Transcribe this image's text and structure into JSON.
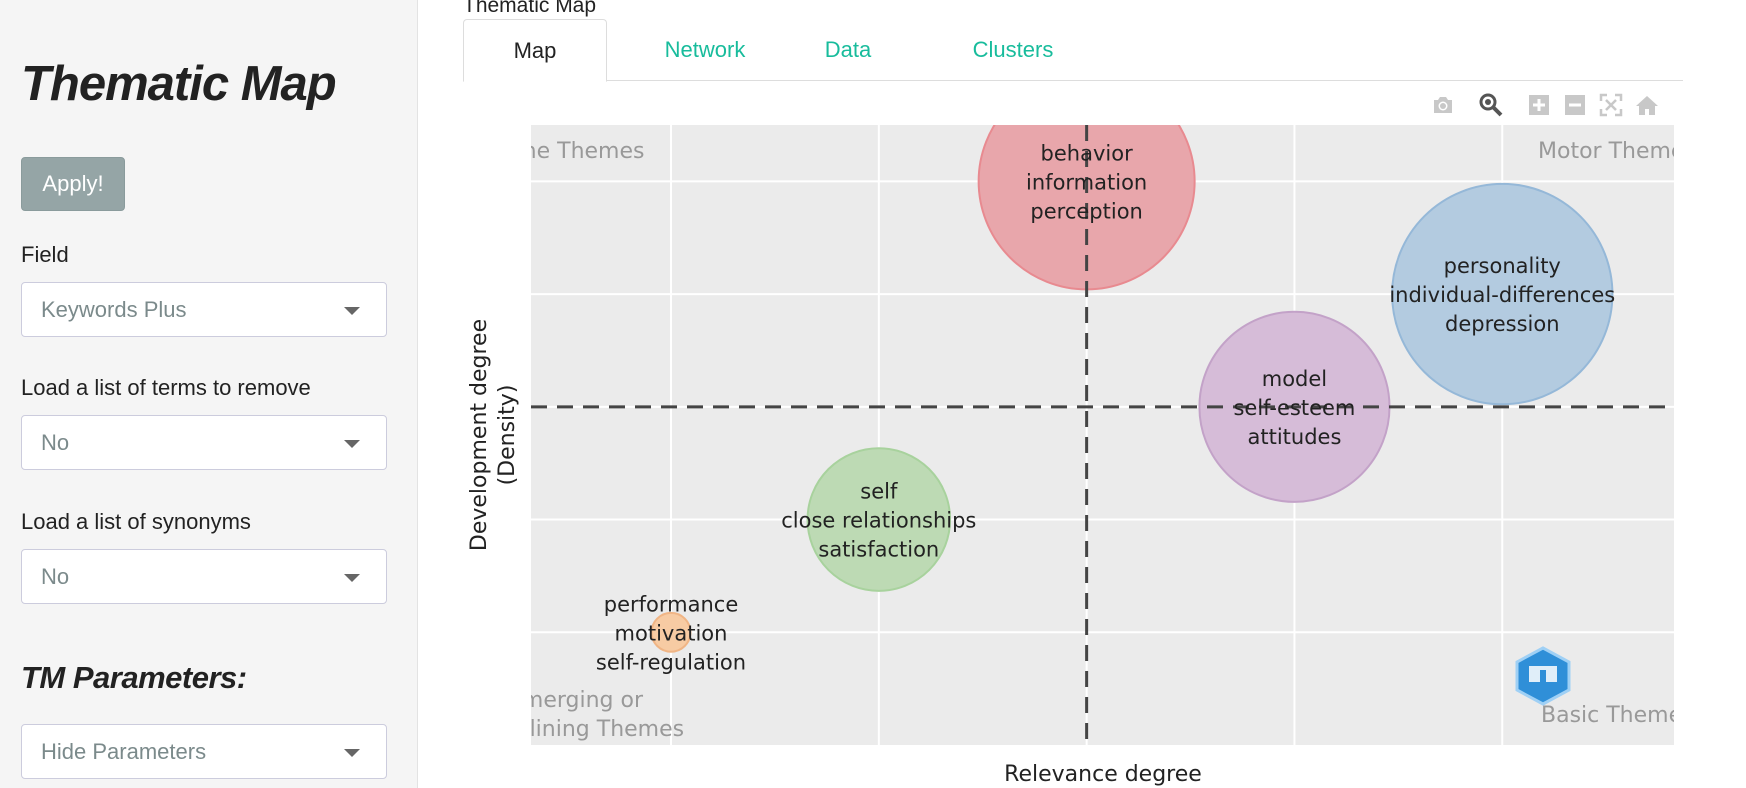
{
  "sidebar": {
    "title": "Thematic Map",
    "apply_label": "Apply!",
    "field": {
      "label": "Field",
      "value": "Keywords Plus"
    },
    "remove_terms": {
      "label": "Load a list of terms to remove",
      "value": "No"
    },
    "synonyms": {
      "label": "Load a list of synonyms",
      "value": "No"
    },
    "params_title": "TM Parameters:",
    "params_select": {
      "value": "Hide Parameters"
    }
  },
  "main": {
    "title": "Thematic Map",
    "tabs": [
      {
        "label": "Map"
      },
      {
        "label": "Network"
      },
      {
        "label": "Data"
      },
      {
        "label": "Clusters"
      }
    ]
  },
  "modebar": [
    "camera-icon",
    "zoom-icon",
    "zoom-in-icon",
    "zoom-out-icon",
    "autoscale-icon",
    "home-icon"
  ],
  "chart_data": {
    "type": "scatter",
    "xlabel": "Relevance degree",
    "ylabel_lines": [
      "Development degree",
      "(Density)"
    ],
    "grid": true,
    "quadrant_labels": {
      "top_left": "Niche Themes",
      "top_right": "Motor Themes",
      "bottom_left": [
        "Emerging or",
        "Declining Themes"
      ],
      "bottom_right": "Basic Themes"
    },
    "xlim": [
      -2.0,
      3.5
    ],
    "ylim": [
      -1.5,
      1.25
    ],
    "reference_lines": {
      "x": 0,
      "y": 0
    },
    "series": [
      {
        "labels": [
          "behavior",
          "information",
          "perception"
        ],
        "x": 0.0,
        "y": 1.0,
        "size": 1.0,
        "color": "#e8a6ab",
        "stroke": "#e88a90"
      },
      {
        "labels": [
          "personality",
          "individual-differences",
          "depression"
        ],
        "x": 2.0,
        "y": 0.5,
        "size": 1.02,
        "color": "#b3cbe0",
        "stroke": "#95b8d8"
      },
      {
        "labels": [
          "model",
          "self-esteem",
          "attitudes"
        ],
        "x": 1.0,
        "y": 0.0,
        "size": 0.88,
        "color": "#d6bcd8",
        "stroke": "#c3a2c8"
      },
      {
        "labels": [
          "self",
          "close relationships",
          "satisfaction"
        ],
        "x": -1.0,
        "y": -0.5,
        "size": 0.66,
        "color": "#bddab4",
        "stroke": "#a8d29d"
      },
      {
        "labels": [
          "performance",
          "motivation",
          "self-regulation"
        ],
        "x": -2.0,
        "y": -1.0,
        "size": 0.18,
        "color": "#f7cba3",
        "stroke": "#f0b585"
      }
    ],
    "colors": {
      "background": "#ebebeb",
      "grid": "#ffffff",
      "refline": "#444444",
      "quadrant_text": "#999999"
    }
  }
}
